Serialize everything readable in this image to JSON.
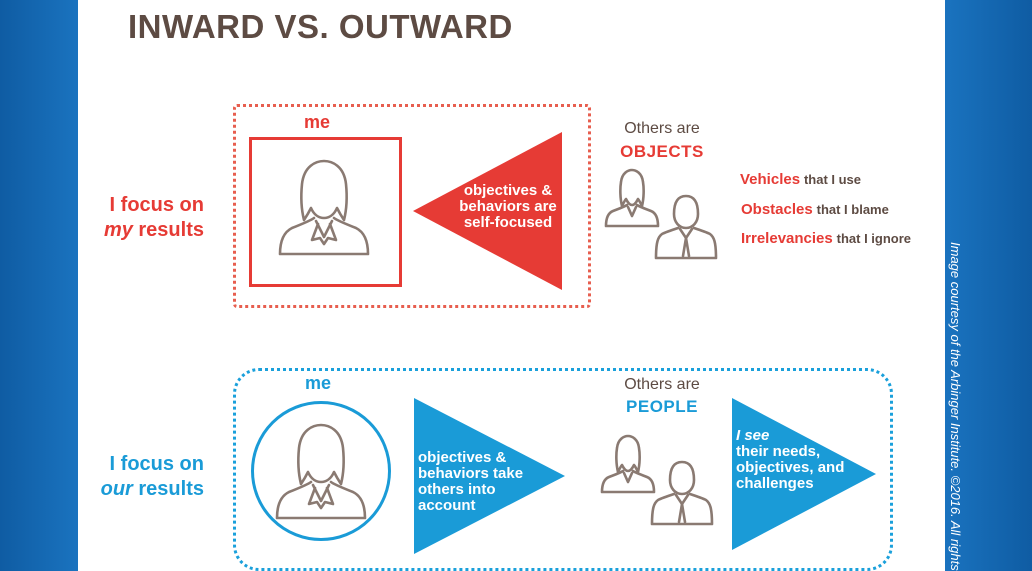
{
  "title": "INWARD VS. OUTWARD",
  "credit": "Image courtesy of the Arbinger Institute. ©2016. All rights",
  "inward": {
    "focus_line1": "I focus on",
    "focus_em": "my",
    "focus_rest": " results",
    "me_label": "me",
    "arrow_lines": [
      "objectives &",
      "behaviors are",
      "self-focused"
    ],
    "others_are": "Others are",
    "category": "OBJECTS",
    "items": [
      {
        "term": "Vehicles",
        "rest": "that I use"
      },
      {
        "term": "Obstacles",
        "rest": "that I blame"
      },
      {
        "term": "Irrelevancies",
        "rest": "that I ignore"
      }
    ]
  },
  "outward": {
    "focus_line1": "I focus on",
    "focus_em": "our",
    "focus_rest": " results",
    "me_label": "me",
    "arrow_lines": [
      "objectives &",
      "behaviors take",
      "others into",
      "account"
    ],
    "others_are": "Others are",
    "category": "PEOPLE",
    "see_em": "I see",
    "see_lines": [
      "their needs,",
      "objectives, and",
      "challenges"
    ]
  },
  "colors": {
    "red": "#e63b35",
    "blue": "#1a9bd7",
    "brown": "#5d4b43",
    "edge_blue": "#1569b3"
  },
  "icons": {
    "person": "person-icon",
    "female": "female-person-icon",
    "male": "male-person-icon"
  }
}
